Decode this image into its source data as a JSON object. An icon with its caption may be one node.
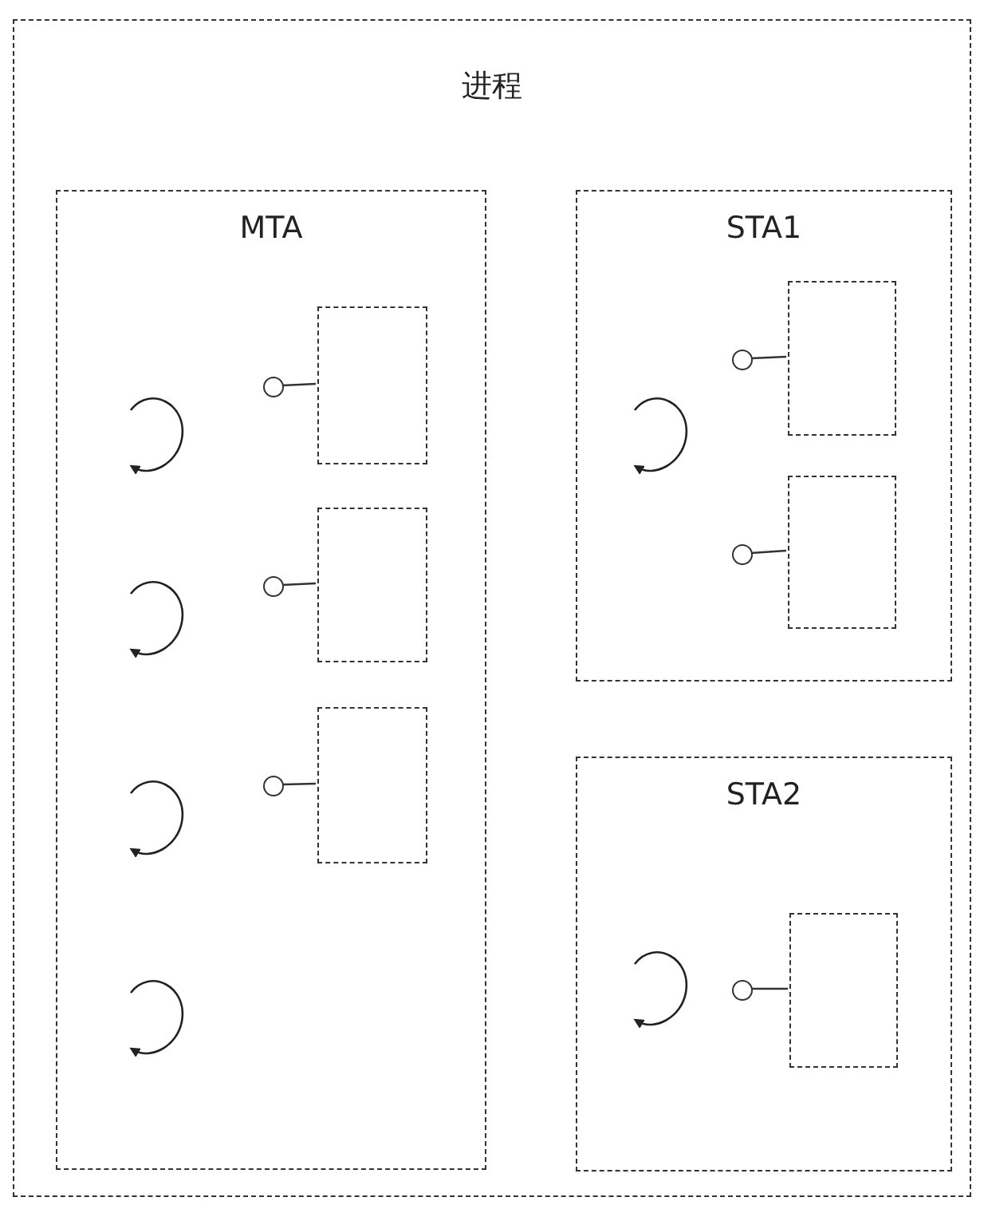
{
  "diagram": {
    "nodes": [
      {
        "text": [
          "进程"
        ]
      },
      {
        "text": [
          "MTA"
        ],
        "in": 0
      },
      {
        "text": [
          "STA1"
        ],
        "in": 0
      },
      {
        "text": [
          "STA2"
        ],
        "in": 0
      },
      {
        "text": [],
        "shape": "circle",
        "in": 1
      },
      {
        "text": [],
        "shape": "box",
        "in": 1
      },
      {
        "text": [],
        "shape": "circle",
        "in": 1
      },
      {
        "text": [],
        "shape": "box",
        "in": 1
      },
      {
        "text": [],
        "shape": "circle",
        "in": 1
      },
      {
        "text": [],
        "shape": "box",
        "in": 1
      },
      {
        "text": [],
        "shape": "circle",
        "in": 2
      },
      {
        "text": [],
        "shape": "box",
        "in": 2
      },
      {
        "text": [],
        "shape": "circle",
        "in": 2
      },
      {
        "text": [],
        "shape": "box",
        "in": 2
      },
      {
        "text": [],
        "shape": "circle",
        "in": 3
      },
      {
        "text": [],
        "shape": "box",
        "in": 3
      }
    ],
    "edges": [
      {
        "from": 4,
        "to": 5,
        "arrow": "none"
      },
      {
        "from": 6,
        "to": 7,
        "arrow": "none"
      },
      {
        "from": 8,
        "to": 9,
        "arrow": "none"
      },
      {
        "from": 10,
        "to": 11,
        "arrow": "none"
      },
      {
        "from": 12,
        "to": 13,
        "arrow": "none"
      },
      {
        "from": 14,
        "to": 15,
        "arrow": "none"
      }
    ]
  }
}
